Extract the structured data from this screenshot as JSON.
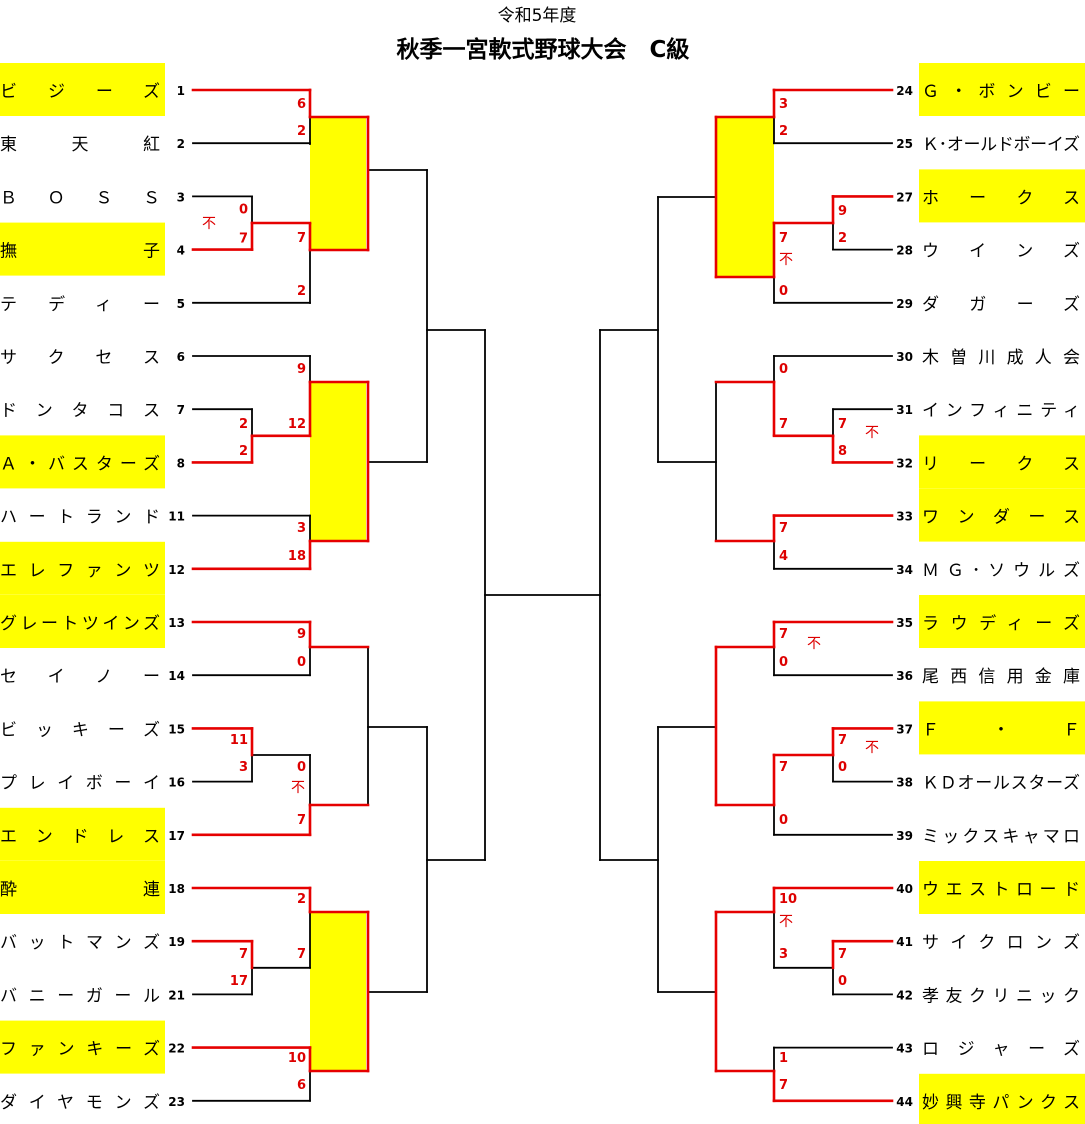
{
  "header": {
    "subtitle": "令和5年度",
    "title": "秋季一宮軟式野球大会　C級"
  },
  "colors": {
    "win": "#e60000",
    "line": "#000000",
    "highlight": "#ffff00"
  },
  "left_teams": [
    {
      "name": "ビジーズ",
      "num": "1",
      "hl": true
    },
    {
      "name": "東天紅",
      "num": "2",
      "hl": false
    },
    {
      "name": "ＢＯＳＳ",
      "num": "3",
      "hl": false
    },
    {
      "name": "撫子",
      "num": "4",
      "hl": true
    },
    {
      "name": "テディー",
      "num": "5",
      "hl": false
    },
    {
      "name": "サクセス",
      "num": "6",
      "hl": false
    },
    {
      "name": "ドンタコス",
      "num": "7",
      "hl": false
    },
    {
      "name": "Ａ・バスターズ",
      "num": "8",
      "hl": true
    },
    {
      "name": "ハートランド",
      "num": "11",
      "hl": false
    },
    {
      "name": "エレファンツ",
      "num": "12",
      "hl": true
    },
    {
      "name": "グレートツインズ",
      "num": "13",
      "hl": true
    },
    {
      "name": "セイノー",
      "num": "14",
      "hl": false
    },
    {
      "name": "ビッキーズ",
      "num": "15",
      "hl": false
    },
    {
      "name": "プレイボーイ",
      "num": "16",
      "hl": false
    },
    {
      "name": "エンドレス",
      "num": "17",
      "hl": true
    },
    {
      "name": "酔連",
      "num": "18",
      "hl": true
    },
    {
      "name": "バットマンズ",
      "num": "19",
      "hl": false
    },
    {
      "name": "バニーガール",
      "num": "21",
      "hl": false
    },
    {
      "name": "ファンキーズ",
      "num": "22",
      "hl": true
    },
    {
      "name": "ダイヤモンズ",
      "num": "23",
      "hl": false
    }
  ],
  "right_teams": [
    {
      "name": "Ｇ・ボンビー",
      "num": "24",
      "hl": true
    },
    {
      "name": "Ｋ･オールドボーイズ",
      "num": "25",
      "hl": false
    },
    {
      "name": "ホークス",
      "num": "27",
      "hl": true
    },
    {
      "name": "ウインズ",
      "num": "28",
      "hl": false
    },
    {
      "name": "ダガーズ",
      "num": "29",
      "hl": false
    },
    {
      "name": "木曽川成人会",
      "num": "30",
      "hl": false
    },
    {
      "name": "インフィニティ",
      "num": "31",
      "hl": false
    },
    {
      "name": "リークス",
      "num": "32",
      "hl": true
    },
    {
      "name": "ワンダース",
      "num": "33",
      "hl": true
    },
    {
      "name": "ＭＧ･ソウルズ",
      "num": "34",
      "hl": false
    },
    {
      "name": "ラウディーズ",
      "num": "35",
      "hl": true
    },
    {
      "name": "尾西信用金庫",
      "num": "36",
      "hl": false
    },
    {
      "name": "Ｆ・Ｆ",
      "num": "37",
      "hl": true
    },
    {
      "name": "ＫＤオールスターズ",
      "num": "38",
      "hl": false
    },
    {
      "name": "ミックスキャマロ",
      "num": "39",
      "hl": false
    },
    {
      "name": "ウエストロード",
      "num": "40",
      "hl": true
    },
    {
      "name": "サイクロンズ",
      "num": "41",
      "hl": false
    },
    {
      "name": "孝友クリニック",
      "num": "42",
      "hl": false
    },
    {
      "name": "ロジャーズ",
      "num": "43",
      "hl": false
    },
    {
      "name": "妙興寺パンクス",
      "num": "44",
      "hl": true
    }
  ],
  "scores": [
    {
      "v": "6"
    },
    {
      "v": "2"
    },
    {
      "v": "0"
    },
    {
      "v": "7"
    },
    {
      "v": "7"
    },
    {
      "v": "2"
    },
    {
      "v": "2"
    },
    {
      "v": "2"
    },
    {
      "v": "9"
    },
    {
      "v": "12"
    },
    {
      "v": "3"
    },
    {
      "v": "18"
    },
    {
      "v": "9"
    },
    {
      "v": "0"
    },
    {
      "v": "11"
    },
    {
      "v": "3"
    },
    {
      "v": "0"
    },
    {
      "v": "7"
    },
    {
      "v": "7"
    },
    {
      "v": "17"
    },
    {
      "v": "2"
    },
    {
      "v": "7"
    },
    {
      "v": "10"
    },
    {
      "v": "6"
    },
    {
      "v": "3"
    },
    {
      "v": "2"
    },
    {
      "v": "9"
    },
    {
      "v": "2"
    },
    {
      "v": "7"
    },
    {
      "v": "0"
    },
    {
      "v": "7"
    },
    {
      "v": "8"
    },
    {
      "v": "0"
    },
    {
      "v": "7"
    },
    {
      "v": "7"
    },
    {
      "v": "4"
    },
    {
      "v": "7"
    },
    {
      "v": "0"
    },
    {
      "v": "7"
    },
    {
      "v": "0"
    },
    {
      "v": "7"
    },
    {
      "v": "0"
    },
    {
      "v": "7"
    },
    {
      "v": "0"
    },
    {
      "v": "10"
    },
    {
      "v": "3"
    },
    {
      "v": "1"
    },
    {
      "v": "7"
    }
  ],
  "forfeit_mark": "不"
}
